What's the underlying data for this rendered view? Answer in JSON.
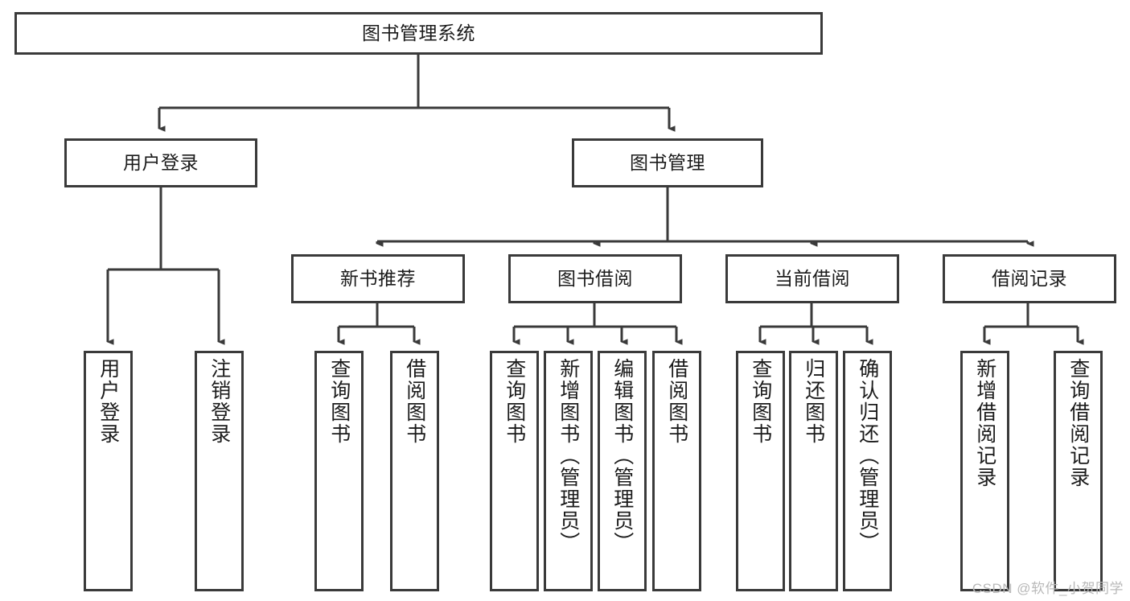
{
  "diagram": {
    "title": "图书管理系统",
    "root": {
      "label": "图书管理系统"
    },
    "level1": [
      {
        "label": "用户登录"
      },
      {
        "label": "图书管理"
      }
    ],
    "level2": [
      {
        "label": "新书推荐"
      },
      {
        "label": "图书借阅"
      },
      {
        "label": "当前借阅"
      },
      {
        "label": "借阅记录"
      }
    ],
    "leaves": {
      "user_login": [
        {
          "label": "用户登录"
        },
        {
          "label": "注销登录"
        }
      ],
      "new_book_recommend": [
        {
          "label": "查询图书"
        },
        {
          "label": "借阅图书"
        }
      ],
      "book_borrow": [
        {
          "label": "查询图书"
        },
        {
          "label": "新增图书（管理员）"
        },
        {
          "label": "编辑图书（管理员）"
        },
        {
          "label": "借阅图书"
        }
      ],
      "current_borrow": [
        {
          "label": "查询图书"
        },
        {
          "label": "归还图书"
        },
        {
          "label": "确认归还（管理员）"
        }
      ],
      "borrow_record": [
        {
          "label": "新增借阅记录"
        },
        {
          "label": "查询借阅记录"
        }
      ]
    }
  },
  "watermark": {
    "text": "CSDN @软件_小贺同学"
  },
  "colors": {
    "stroke": "#3a3a3a",
    "text": "#1b1b1b",
    "background": "#ffffff",
    "watermark": "#b9b9b9"
  }
}
